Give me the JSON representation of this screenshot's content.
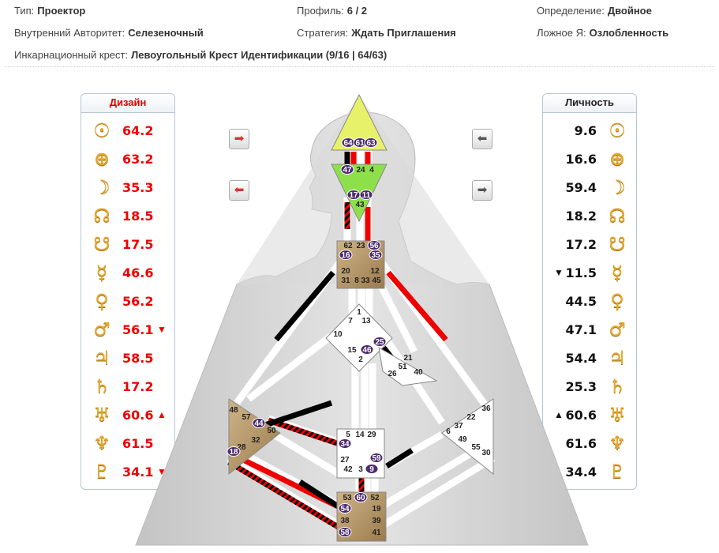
{
  "info": {
    "type_label": "Тип:",
    "type_value": "Проектор",
    "profile_label": "Профиль:",
    "profile_value": "6 / 2",
    "definition_label": "Определение:",
    "definition_value": "Двойное",
    "authority_label": "Внутренний Авторитет:",
    "authority_value": "Селезеночный",
    "strategy_label": "Стратегия:",
    "strategy_value": "Ждать Приглашения",
    "notself_label": "Ложное Я:",
    "notself_value": "Озлобленность",
    "cross_label": "Инкарнационный крест:",
    "cross_value": "Левоугольный Крест Идентификации (9/16 | 64/63)"
  },
  "design": {
    "title": "Дизайн",
    "rows": [
      {
        "glyph": "☉",
        "icon": "sun-icon",
        "value": "64.2",
        "mark": ""
      },
      {
        "glyph": "⊕",
        "icon": "earth-icon",
        "value": "63.2",
        "mark": ""
      },
      {
        "glyph": "☽",
        "icon": "moon-icon",
        "value": "35.3",
        "mark": ""
      },
      {
        "glyph": "☊",
        "icon": "north-node-icon",
        "value": "18.5",
        "mark": ""
      },
      {
        "glyph": "☋",
        "icon": "south-node-icon",
        "value": "17.5",
        "mark": ""
      },
      {
        "glyph": "☿",
        "icon": "mercury-icon",
        "value": "46.6",
        "mark": ""
      },
      {
        "glyph": "♀",
        "icon": "venus-icon",
        "value": "56.2",
        "mark": ""
      },
      {
        "glyph": "♂",
        "icon": "mars-icon",
        "value": "56.1",
        "mark": "▼"
      },
      {
        "glyph": "♃",
        "icon": "jupiter-icon",
        "value": "58.5",
        "mark": ""
      },
      {
        "glyph": "♄",
        "icon": "saturn-icon",
        "value": "17.2",
        "mark": ""
      },
      {
        "glyph": "♅",
        "icon": "uranus-icon",
        "value": "60.6",
        "mark": "▲"
      },
      {
        "glyph": "♆",
        "icon": "neptune-icon",
        "value": "61.5",
        "mark": ""
      },
      {
        "glyph": "♇",
        "icon": "pluto-icon",
        "value": "34.1",
        "mark": "▼"
      }
    ]
  },
  "personality": {
    "title": "Личность",
    "rows": [
      {
        "glyph": "☉",
        "icon": "sun-icon",
        "value": "9.6",
        "mark": ""
      },
      {
        "glyph": "⊕",
        "icon": "earth-icon",
        "value": "16.6",
        "mark": ""
      },
      {
        "glyph": "☽",
        "icon": "moon-icon",
        "value": "59.4",
        "mark": ""
      },
      {
        "glyph": "☊",
        "icon": "north-node-icon",
        "value": "18.2",
        "mark": ""
      },
      {
        "glyph": "☋",
        "icon": "south-node-icon",
        "value": "17.2",
        "mark": ""
      },
      {
        "glyph": "☿",
        "icon": "mercury-icon",
        "value": "11.5",
        "mark": "▼"
      },
      {
        "glyph": "♀",
        "icon": "venus-icon",
        "value": "44.5",
        "mark": ""
      },
      {
        "glyph": "♂",
        "icon": "mars-icon",
        "value": "47.1",
        "mark": ""
      },
      {
        "glyph": "♃",
        "icon": "jupiter-icon",
        "value": "54.4",
        "mark": ""
      },
      {
        "glyph": "♄",
        "icon": "saturn-icon",
        "value": "25.3",
        "mark": ""
      },
      {
        "glyph": "♅",
        "icon": "uranus-icon",
        "value": "60.6",
        "mark": "▲"
      },
      {
        "glyph": "♆",
        "icon": "neptune-icon",
        "value": "61.6",
        "mark": ""
      },
      {
        "glyph": "♇",
        "icon": "pluto-icon",
        "value": "34.4",
        "mark": "▲"
      }
    ]
  },
  "arrows": {
    "design_top": "➡",
    "design_bottom": "⬅",
    "person_top": "⬅",
    "person_bottom": "➡"
  },
  "bodygraph": {
    "head_gates": [
      "64",
      "61",
      "63"
    ],
    "ajna_gates": [
      "47",
      "24",
      "4",
      "17",
      "11",
      "43"
    ],
    "throat_gates": [
      "62",
      "23",
      "56",
      "16",
      "35",
      "20",
      "12",
      "31",
      "8",
      "33",
      "45"
    ],
    "g_gates": [
      "1",
      "7",
      "13",
      "10",
      "25",
      "15",
      "46",
      "2"
    ],
    "heart_gates": [
      "21",
      "51",
      "26",
      "40"
    ],
    "spleen_gates": [
      "48",
      "57",
      "44",
      "50",
      "32",
      "28",
      "18"
    ],
    "sacral_gates": [
      "5",
      "14",
      "29",
      "34",
      "27",
      "59",
      "42",
      "3",
      "9"
    ],
    "solar_gates": [
      "36",
      "22",
      "37",
      "6",
      "49",
      "55",
      "30"
    ],
    "root_gates": [
      "53",
      "60",
      "52",
      "54",
      "19",
      "38",
      "39",
      "58",
      "41"
    ]
  },
  "colors": {
    "design": "#e00000",
    "personality": "#000000",
    "defined_head": "#e7f26a",
    "defined_ajna": "#8ee04a",
    "defined_tan": "#b89a6c",
    "active_gate": "#4b2a6e"
  }
}
